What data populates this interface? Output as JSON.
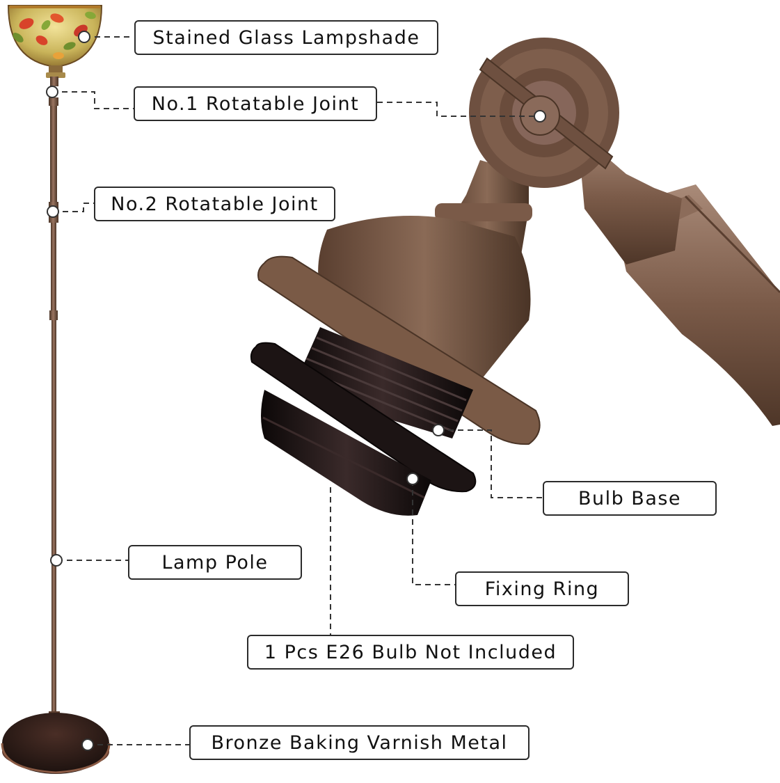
{
  "labels": {
    "lampshade": "Stained Glass Lampshade",
    "joint1": "No.1 Rotatable Joint",
    "joint2": "No.2 Rotatable Joint",
    "bulb_base": "Bulb Base",
    "lamp_pole": "Lamp Pole",
    "fixing_ring": "Fixing Ring",
    "bulb_note": "1 Pcs E26 Bulb Not Included",
    "base_material": "Bronze Baking Varnish Metal"
  },
  "colors": {
    "bronze": "#7a5a44",
    "bronze_dark": "#4a3426",
    "socket_black": "#1c1414",
    "leader_line": "#333333",
    "label_border": "#2b2b2b"
  }
}
